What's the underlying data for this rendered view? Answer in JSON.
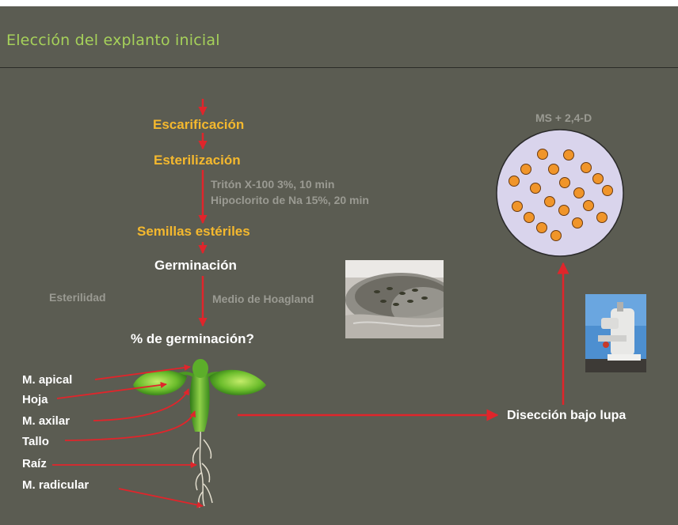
{
  "title": "Elección del explanto inicial",
  "steps": {
    "escarificacion": "Escarificación",
    "esterilizacion": "Esterilización",
    "treatment_line1": "Tritón X-100 3%, 10 min",
    "treatment_line2": "Hipoclorito de Na 15%, 20 min",
    "semillas": "Semillas estériles",
    "germinacion": "Germinación",
    "esterilidad": "Esterilidad",
    "medio": "Medio de Hoagland",
    "porcentaje": "% de germinación?"
  },
  "plant_labels": [
    "M. apical",
    "Hoja",
    "M. axilar",
    "Tallo",
    "Raíz",
    "M. radicular"
  ],
  "diseccion": "Disección bajo lupa",
  "medium": "MS + 2,4-D",
  "colors": {
    "background": "#5b5c52",
    "title": "#a6d15a",
    "orange_text": "#f4b82e",
    "arrow": "#e0252b",
    "dish": "#d9d4ec",
    "dots": "#f0952a"
  },
  "images": [
    "germination-plate-photo",
    "microscope-photo"
  ]
}
